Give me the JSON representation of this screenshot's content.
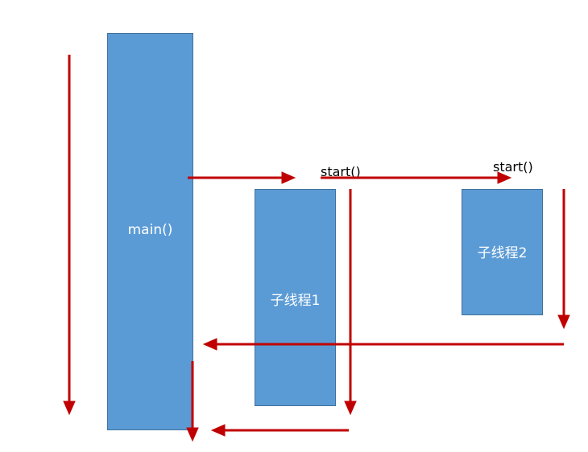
{
  "colors": {
    "box_fill": "#5b9bd5",
    "box_border": "#41719c",
    "arrow": "#c00000",
    "box_text": "#ffffff",
    "label_text": "#000000"
  },
  "boxes": {
    "main": "main()",
    "thread1": "子线程1",
    "thread2": "子线程2"
  },
  "labels": {
    "start1": "start()",
    "start2": "start()"
  }
}
